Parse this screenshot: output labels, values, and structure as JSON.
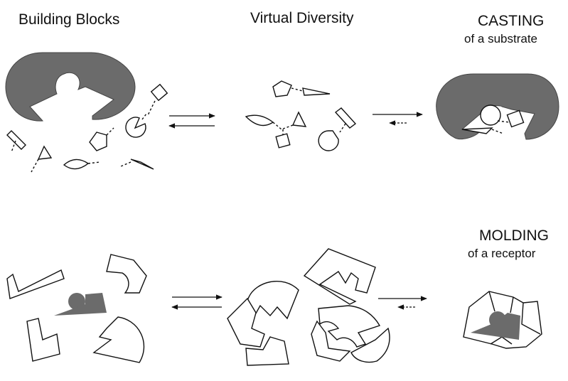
{
  "labels": {
    "building_blocks": "Building Blocks",
    "virtual_diversity": "Virtual Diversity",
    "casting": "CASTING",
    "casting_sub": "of a substrate",
    "molding": "MOLDING",
    "molding_sub": "of a receptor"
  },
  "colors": {
    "fill_gray": "#6b6b6b",
    "stroke": "#111111",
    "shape_fill": "#ffffff"
  }
}
